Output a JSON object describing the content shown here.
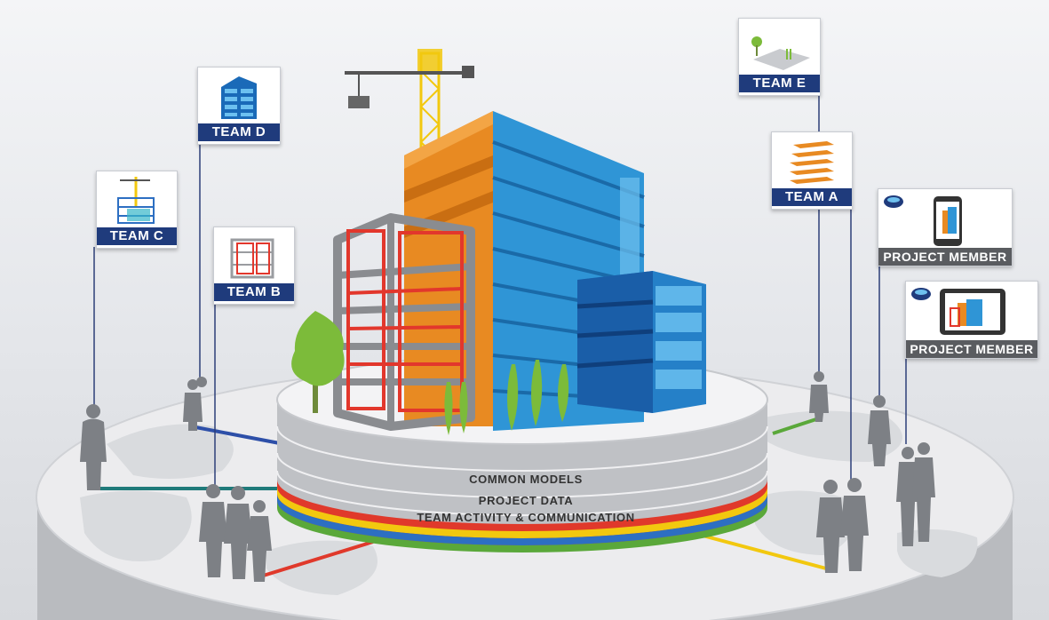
{
  "teams": {
    "team_a": "TEAM A",
    "team_b": "TEAM B",
    "team_c": "TEAM C",
    "team_d": "TEAM D",
    "team_e": "TEAM E"
  },
  "members": {
    "member_phone": "PROJECT MEMBER",
    "member_tablet": "PROJECT MEMBER"
  },
  "platform_layers": [
    "COMMON MODELS",
    "PROJECT DATA",
    "TEAM ACTIVITY & COMMUNICATION"
  ],
  "colors": {
    "team_label": "#1f3b7c",
    "member_label": "#5a5c60",
    "glass_blue": "#2f95d6",
    "orange": "#e88a22",
    "steel": "#8a8c90",
    "red_frame": "#e2372c",
    "tree_green": "#7cbb3a",
    "line_red": "#e0392b",
    "line_yellow": "#f2c80f",
    "line_green": "#5aa83a",
    "line_blue": "#2d4fa8",
    "line_teal": "#1f7a7a"
  }
}
